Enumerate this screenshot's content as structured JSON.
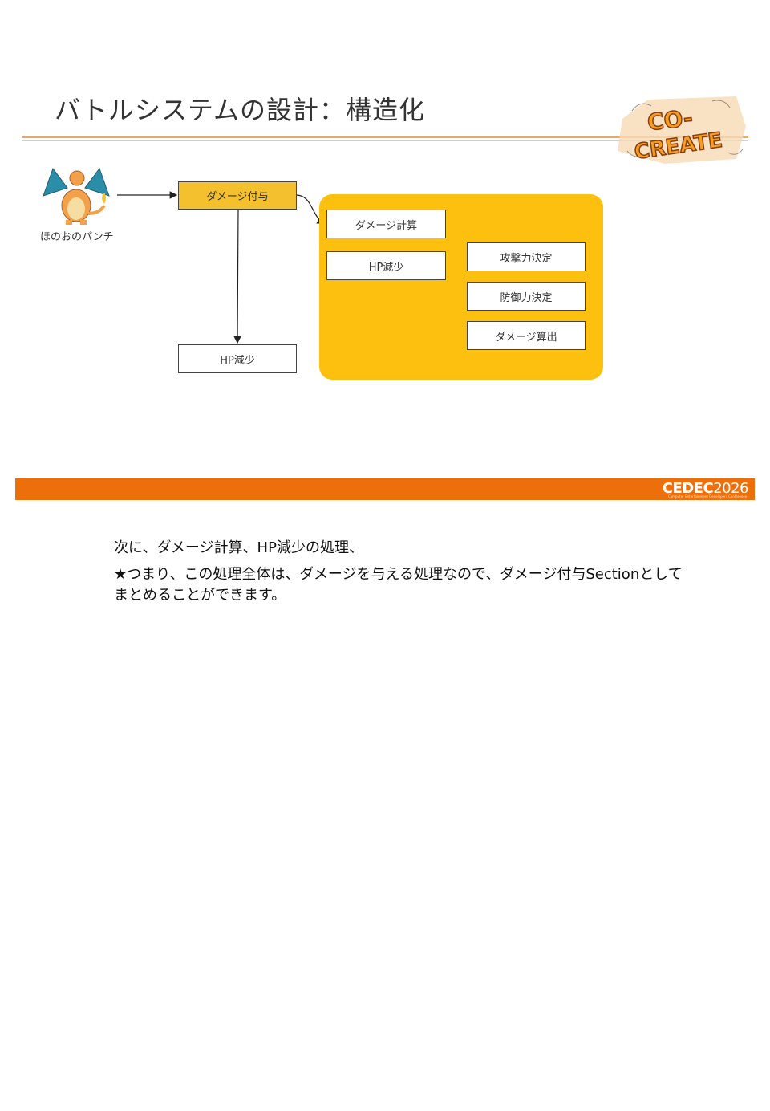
{
  "slide": {
    "title": "バトルシステムの設計：構造化"
  },
  "logo": {
    "line1": "CO-",
    "line2": "CREATE"
  },
  "character": {
    "caption": "ほのおのパンチ"
  },
  "diagram": {
    "damage_apply": "ダメージ付与",
    "hp_decrease_main": "HP減少",
    "damage_calc": "ダメージ計算",
    "hp_decrease_sub": "HP減少",
    "attack_decide": "攻撃力決定",
    "defense_decide": "防御力決定",
    "damage_output": "ダメージ算出"
  },
  "banner": {
    "logo_a": "CEDEC",
    "logo_b": "2026",
    "subtitle": "Computer Entertainment Developers Conference"
  },
  "notes": {
    "line1": "次に、ダメージ計算、HP減少の処理、",
    "line2": "★つまり、この処理全体は、ダメージを与える処理なので、ダメージ付与Sectionとしてまとめることができます。"
  },
  "colors": {
    "accent_orange": "#ec6f0b",
    "panel_yellow": "#fec00f",
    "box_yellow": "#f5c02e"
  }
}
